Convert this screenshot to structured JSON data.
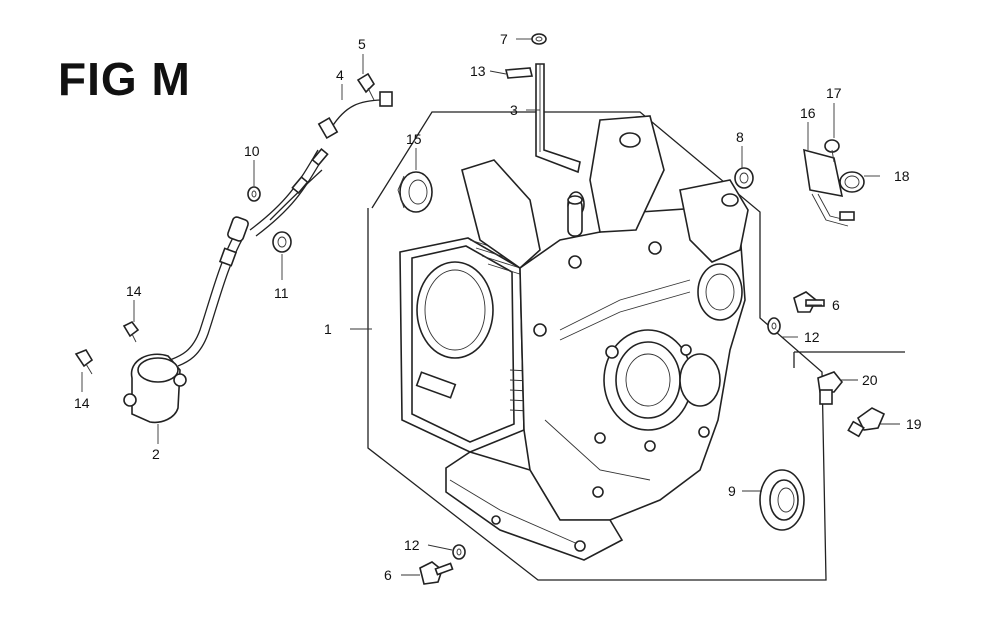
{
  "figure": {
    "title": "FIG M"
  },
  "callouts": [
    {
      "id": "c1",
      "label": "1"
    },
    {
      "id": "c2",
      "label": "2"
    },
    {
      "id": "c3",
      "label": "3"
    },
    {
      "id": "c4",
      "label": "4"
    },
    {
      "id": "c5",
      "label": "5"
    },
    {
      "id": "c6a",
      "label": "6"
    },
    {
      "id": "c6b",
      "label": "6"
    },
    {
      "id": "c7",
      "label": "7"
    },
    {
      "id": "c8",
      "label": "8"
    },
    {
      "id": "c9",
      "label": "9"
    },
    {
      "id": "c10",
      "label": "10"
    },
    {
      "id": "c11",
      "label": "11"
    },
    {
      "id": "c12a",
      "label": "12"
    },
    {
      "id": "c12b",
      "label": "12"
    },
    {
      "id": "c13",
      "label": "13"
    },
    {
      "id": "c14a",
      "label": "14"
    },
    {
      "id": "c14b",
      "label": "14"
    },
    {
      "id": "c15",
      "label": "15"
    },
    {
      "id": "c16",
      "label": "16"
    },
    {
      "id": "c17",
      "label": "17"
    },
    {
      "id": "c18",
      "label": "18"
    },
    {
      "id": "c19",
      "label": "19"
    },
    {
      "id": "c20",
      "label": "20"
    }
  ]
}
